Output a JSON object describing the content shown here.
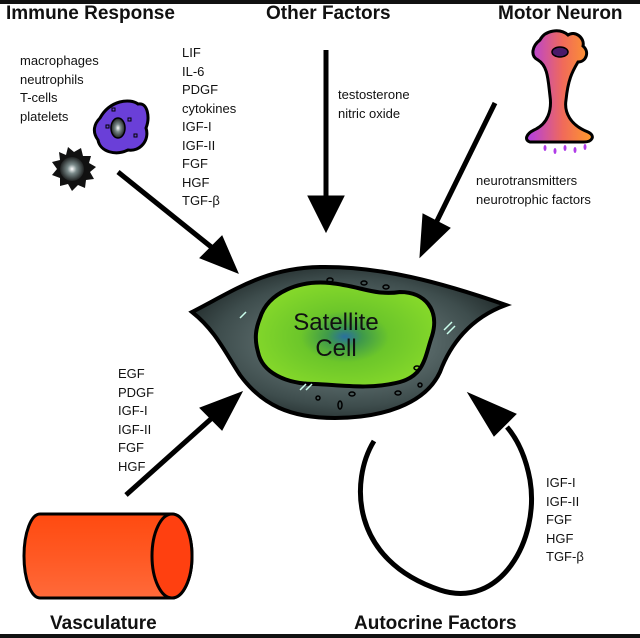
{
  "headings": {
    "immune": "Immune Response",
    "other": "Other Factors",
    "motor": "Motor Neuron",
    "vasculature": "Vasculature",
    "autocrine": "Autocrine Factors"
  },
  "center": {
    "line1": "Satellite",
    "line2": "Cell"
  },
  "immune_cells": [
    "macrophages",
    "neutrophils",
    "T-cells",
    "platelets"
  ],
  "immune_factors": [
    "LIF",
    "IL-6",
    "PDGF",
    "cytokines",
    "IGF-I",
    "IGF-II",
    "FGF",
    "HGF",
    "TGF-β"
  ],
  "other_factors": [
    "testosterone",
    "nitric oxide"
  ],
  "motor_factors": [
    "neurotransmitters",
    "neurotrophic factors"
  ],
  "vasculature_factors": [
    "EGF",
    "PDGF",
    "IGF-I",
    "IGF-II",
    "FGF",
    "HGF"
  ],
  "autocrine_factors": [
    "IGF-I",
    "IGF-II",
    "FGF",
    "HGF",
    "TGF-β"
  ],
  "colors": {
    "nucleus_green": "#7fd321",
    "nucleus_core": "#2a6fa0",
    "cytoplasm": "#3a4a4a",
    "macrophage": "#6a3fd8",
    "vessel": "#ff4a14",
    "neuron_left": "#b63ce0",
    "neuron_right": "#ff8a2a"
  }
}
